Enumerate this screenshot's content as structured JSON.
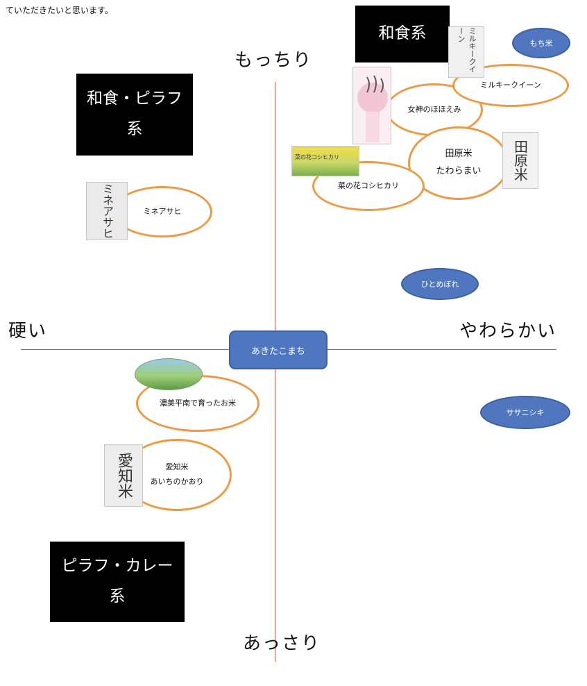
{
  "intro_text": "ていただきたいと思います。",
  "axes": {
    "top": "もっちり",
    "bottom": "あっさり",
    "left": "硬い",
    "right": "やわらかい"
  },
  "categories": {
    "washoku": "和食系",
    "washoku_pilaf_line1": "和食・ピラフ",
    "washoku_pilaf_line2": "系",
    "pilaf_curry_line1": "ピラフ・カレー",
    "pilaf_curry_line2": "系"
  },
  "rice": {
    "milky_queen": "ミルキークイーン",
    "megami": "女神のほほえみ",
    "tawara_line1": "田原米",
    "tawara_line2": "たわらまい",
    "nanohana": "菜の花コシヒカリ",
    "mineasahi": "ミネアサヒ",
    "kanto": "濃美平南で育ったお米",
    "aichi_line1": "愛知米",
    "aichi_line2": "あいちのかおり"
  },
  "varieties": {
    "mochigome": "もち米",
    "hitomebore": "ひとめぼれ",
    "sasanishiki": "ササニシキ",
    "akitakomachi": "あきたこまち"
  },
  "packages": {
    "milky_queen_pkg": "ミルキークイーン",
    "tawara_pkg": "田原米",
    "nanohana_pkg": "菜の花コシヒカリ",
    "mineasahi_pkg": "ミネアサヒ",
    "aichi_pkg": "愛知米"
  },
  "colors": {
    "ring_border": "#ec9a45",
    "blue_fill": "#4f76bf",
    "axis_line": "#b25a5a"
  }
}
